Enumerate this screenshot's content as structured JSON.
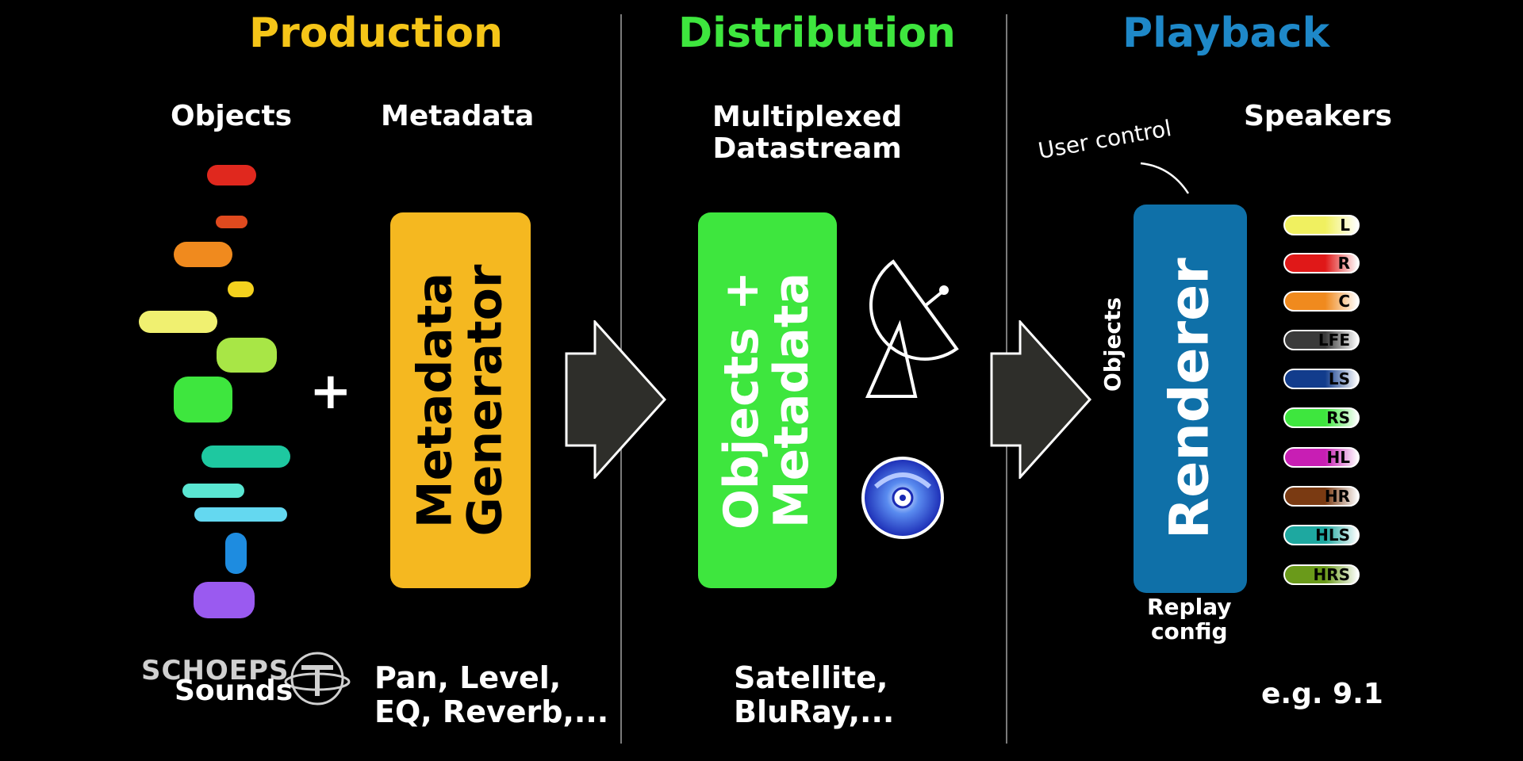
{
  "columns": {
    "production": {
      "title": "Production",
      "color": "#f5c518"
    },
    "distribution": {
      "title": "Distribution",
      "color": "#3ee63e"
    },
    "playback": {
      "title": "Playback",
      "color": "#1e88c8"
    }
  },
  "production": {
    "objects_label": "Objects",
    "metadata_label": "Metadata",
    "plus": "+",
    "generator_line1": "Metadata",
    "generator_line2": "Generator",
    "sounds_label": "Sounds",
    "metadata_examples_line1": "Pan, Level,",
    "metadata_examples_line2": "EQ, Reverb,..."
  },
  "distribution": {
    "stream_line1": "Multiplexed",
    "stream_line2": "Datastream",
    "box_line1": "Objects +",
    "box_line2": "Metadata",
    "media_line1": "Satellite,",
    "media_line2": "BluRay,..."
  },
  "playback": {
    "speakers_label": "Speakers",
    "user_control": "User control",
    "objects_side": "Objects",
    "renderer": "Renderer",
    "replay_line1": "Replay",
    "replay_line2": "config",
    "example": "e.g. 9.1",
    "speakers": [
      {
        "label": "L",
        "color": "#f0f060"
      },
      {
        "label": "R",
        "color": "#e01818"
      },
      {
        "label": "C",
        "color": "#f08a1e"
      },
      {
        "label": "LFE",
        "color": "#3a3a3a"
      },
      {
        "label": "LS",
        "color": "#123c8c"
      },
      {
        "label": "RS",
        "color": "#3ee63e"
      },
      {
        "label": "HL",
        "color": "#c81eb4"
      },
      {
        "label": "HR",
        "color": "#7a3a12"
      },
      {
        "label": "HLS",
        "color": "#1ea8a0"
      },
      {
        "label": "HRS",
        "color": "#6a9a1a"
      }
    ]
  },
  "watermark": {
    "brand": "SCHOEPS"
  }
}
